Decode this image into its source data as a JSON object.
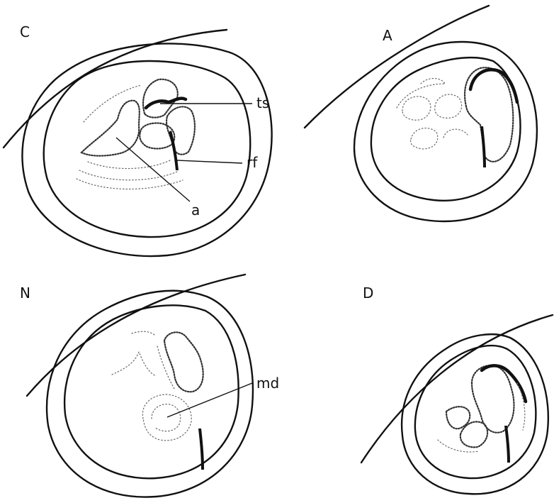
{
  "panels": [
    {
      "letter": "C",
      "callouts": [
        "ts",
        "rf",
        "a"
      ]
    },
    {
      "letter": "A",
      "callouts": []
    },
    {
      "letter": "N",
      "callouts": [
        "md"
      ]
    },
    {
      "letter": "D",
      "callouts": []
    }
  ]
}
